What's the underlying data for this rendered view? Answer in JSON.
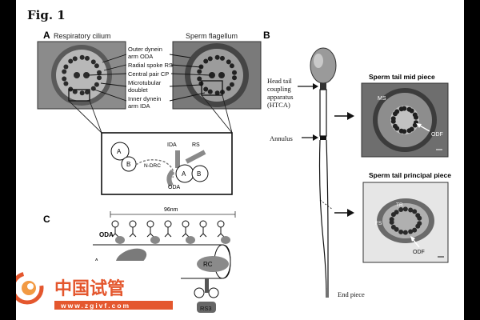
{
  "figure": {
    "title": "Fig. 1",
    "panel_a": {
      "letter": "A",
      "cilium_label": "Respiratory cilium",
      "flagellum_label": "Sperm flagellum",
      "annotations": [
        "Outer dynein arm ODA",
        "Radial spoke RS",
        "Central pair CP",
        "Microtubular doublet",
        "Inner dynein arm IDA"
      ],
      "inset": {
        "tubule_a": "A",
        "tubule_b": "B",
        "ida": "IDA",
        "rs": "RS",
        "ndrc": "N-DRC",
        "oda": "ODA"
      }
    },
    "panel_b": {
      "letter": "B",
      "htca_label": [
        "Head tail",
        "coupling",
        "apparatus",
        "(HTCA)"
      ],
      "annulus_label": "Annulus",
      "mid_piece_title": "Sperm tail mid piece",
      "mid_ms": "MS",
      "mid_odf": "ODF",
      "principal_piece_title": "Sperm tail principal piece",
      "principal_fs": "FS",
      "principal_odf": "ODF",
      "end_piece_label": "End piece"
    },
    "panel_c": {
      "letter": "C",
      "length_label": "96nm",
      "oda_label": "ODA",
      "a_label": "A",
      "rc_label": "RC",
      "rs3_label": "RS3"
    }
  },
  "watermark": {
    "logo_text": "中国试管",
    "url_text": "www.zgivf.com",
    "logo_color": "#e4572e"
  }
}
